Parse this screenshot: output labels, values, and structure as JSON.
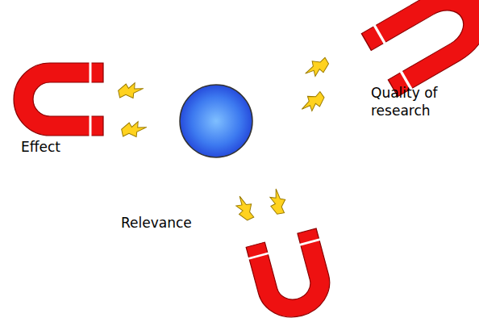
{
  "diagram": {
    "labels": [
      "Quality of research",
      "Effect",
      "Relevance"
    ]
  }
}
